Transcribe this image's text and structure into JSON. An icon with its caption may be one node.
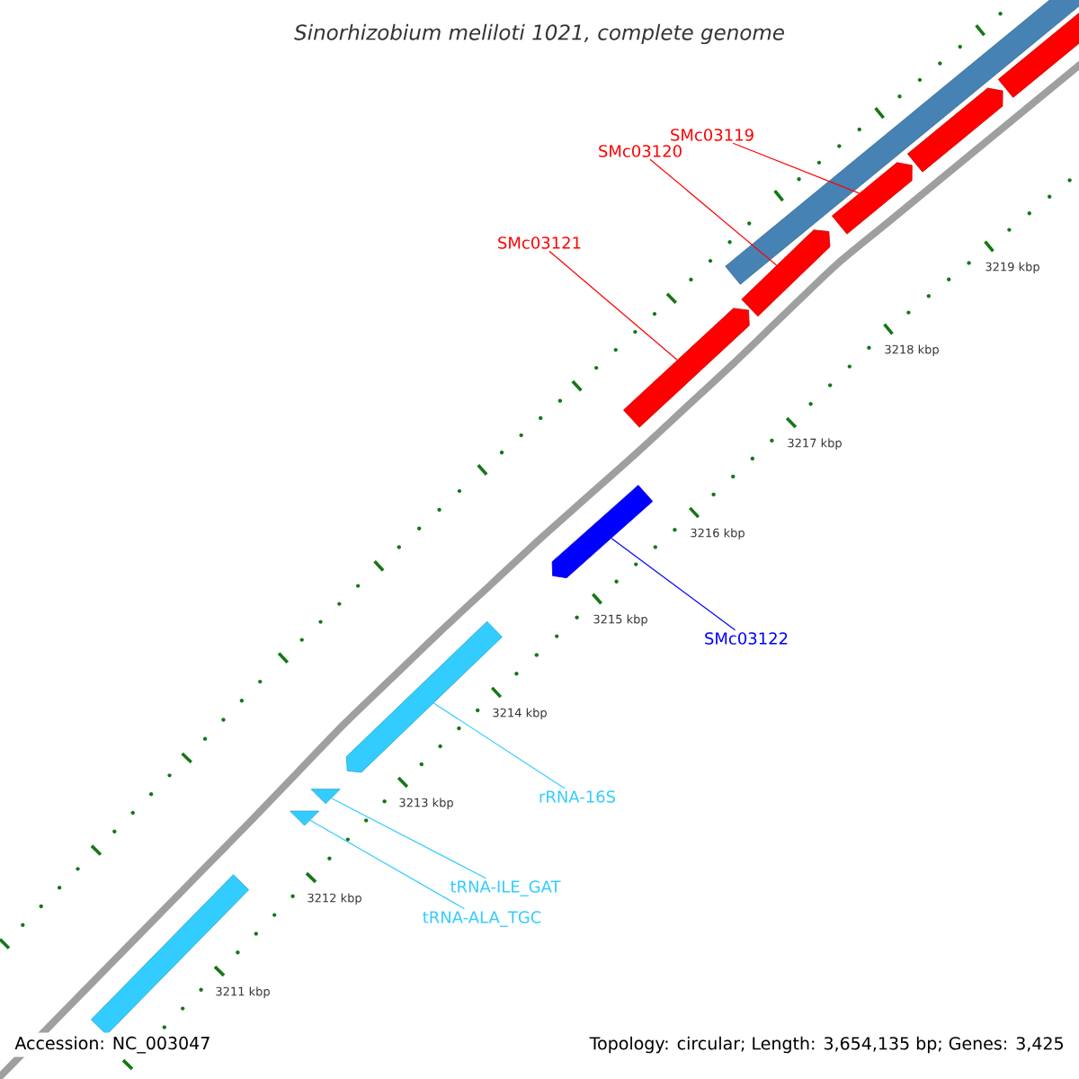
{
  "diagram": {
    "title": "Sinorhizobium meliloti 1021, complete genome",
    "nodes": [
      {
        "text": [
          "SMc03119"
        ]
      },
      {
        "text": [
          "SMc03120"
        ]
      },
      {
        "text": [
          "SMc03121"
        ]
      },
      {
        "text": [
          "SMc03122"
        ]
      },
      {
        "text": [
          "rRNA-16S"
        ]
      },
      {
        "text": [
          "tRNA-ILE_GAT"
        ]
      },
      {
        "text": [
          "tRNA-ALA_TGC"
        ]
      },
      {
        "text": [],
        "shape": "bar"
      },
      {
        "text": [],
        "shape": "pentagon"
      },
      {
        "text": [],
        "shape": "pentagon"
      },
      {
        "text": [],
        "shape": "pentagon"
      },
      {
        "text": [],
        "shape": "pentagon"
      },
      {
        "text": [],
        "shape": "pentagon"
      },
      {
        "text": [],
        "shape": "pentagon"
      },
      {
        "text": [],
        "shape": "pentagon"
      },
      {
        "text": [],
        "shape": "triangle"
      },
      {
        "text": [],
        "shape": "triangle"
      },
      {
        "text": [],
        "shape": "bar"
      }
    ],
    "edges": [
      {
        "from": 0,
        "to": 10,
        "arrow": "none",
        "color": "#ff0000"
      },
      {
        "from": 1,
        "to": 9,
        "arrow": "none",
        "color": "#ff0000"
      },
      {
        "from": 2,
        "to": 8,
        "arrow": "none",
        "color": "#ff0000"
      },
      {
        "from": 3,
        "to": 13,
        "arrow": "none",
        "color": "#0000ff"
      },
      {
        "from": 4,
        "to": 14,
        "arrow": "none",
        "color": "#33ccff"
      },
      {
        "from": 5,
        "to": 15,
        "arrow": "none",
        "color": "#33ccff"
      },
      {
        "from": 6,
        "to": 16,
        "arrow": "none",
        "color": "#33ccff"
      }
    ],
    "labels": [
      "3219 kbp",
      "3218 kbp",
      "3217 kbp",
      "3216 kbp",
      "3215 kbp",
      "3214 kbp",
      "3213 kbp",
      "3212 kbp",
      "3211 kbp",
      "Accession: NC_003047",
      "Topology: circular; Length: 3,654,135 bp; Genes: 3,425"
    ]
  }
}
